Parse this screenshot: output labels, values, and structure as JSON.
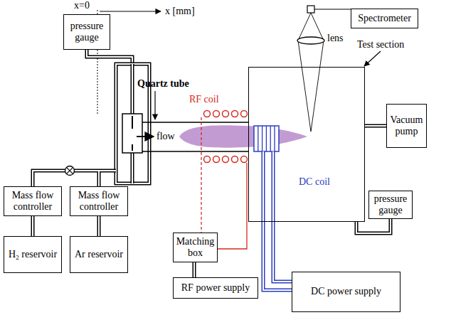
{
  "diagram": {
    "nodes": [
      {
        "text": [
          "pressure gauge"
        ]
      },
      {
        "text": [
          "Spectrometer"
        ]
      },
      {
        "text": [
          "Test section"
        ]
      },
      {
        "text": [
          "Vacuum pump"
        ]
      },
      {
        "text": [
          "pressure gauge"
        ]
      },
      {
        "text": [
          "Mass flow controller"
        ]
      },
      {
        "text": [
          "Mass flow controller"
        ]
      },
      {
        "text": [
          "H₂ reservoir"
        ]
      },
      {
        "text": [
          "Ar reservoir"
        ]
      },
      {
        "text": [
          "Matching box"
        ]
      },
      {
        "text": [
          "RF power supply"
        ]
      },
      {
        "text": [
          "DC power supply"
        ]
      }
    ],
    "edges": [
      {
        "from": 7,
        "to": 5,
        "arrow": "none"
      },
      {
        "from": 8,
        "to": 6,
        "arrow": "none"
      },
      {
        "from": 9,
        "to": 10,
        "arrow": "none"
      },
      {
        "from": 2,
        "to": 3,
        "arrow": "none"
      },
      {
        "from": 2,
        "to": 4,
        "arrow": "none"
      }
    ],
    "labels": [
      "x=0",
      "x [mm]",
      "Quartz tube",
      "flow",
      "RF coil",
      "DC coil",
      "lens"
    ]
  }
}
